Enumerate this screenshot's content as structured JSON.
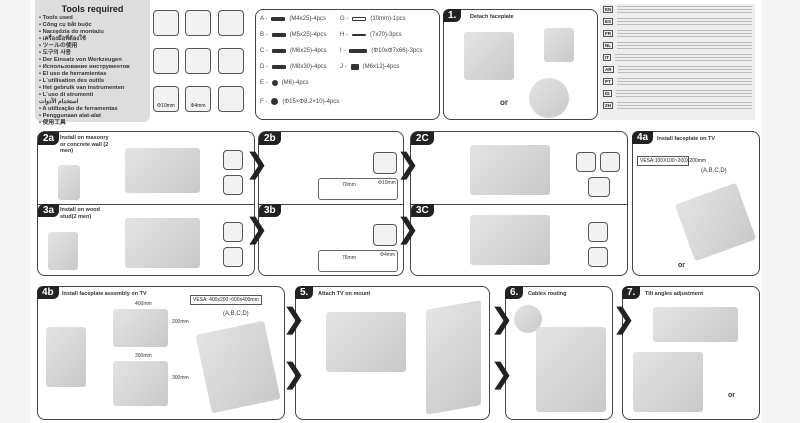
{
  "tools": {
    "title": "Tools required",
    "items": [
      "• Tools used",
      "• Công cụ bắt buộc",
      "• Narzędzia do montażu",
      "• เครื่องมือที่ต้องใช้",
      "• ツールの使用",
      "• 도구의 사용",
      "• Der Einsatz von Werkzeugen",
      "• Использование инструментов",
      "• El uso de herramientas",
      "• L`utilisation des outils",
      "• Het gebruik van instrumenten",
      "• L`uso di strumenti",
      "استخدام الأدوات",
      "• A utilização de ferramentas",
      "• Penggunaan alat-alat",
      "• 使用工具"
    ],
    "drill_bits": [
      "Φ10mm",
      "Φ4mm"
    ]
  },
  "parts": [
    {
      "key": "A -",
      "spec": "(M4x25)-4pcs"
    },
    {
      "key": "B -",
      "spec": "(M5x25)-4pcs"
    },
    {
      "key": "C -",
      "spec": "(M6x25)-4pcs"
    },
    {
      "key": "D -",
      "spec": "(M8x30)-4pcs"
    },
    {
      "key": "E -",
      "spec": "(M6)-4pcs"
    },
    {
      "key": "F -",
      "spec": "(Φ15×Φ8.2×10)-4pcs"
    },
    {
      "key": "G -",
      "spec": "(10mm)-1pcs"
    },
    {
      "key": "H -",
      "spec": "(7x70)-3pcs"
    },
    {
      "key": "I -",
      "spec": "(Φ10xΦ7x66)-3pcs"
    },
    {
      "key": "J -",
      "spec": "(M6x12)-4pcs"
    }
  ],
  "languages": [
    "EN",
    "ES",
    "FR",
    "NL",
    "IT",
    "AR",
    "PT",
    "ID",
    "ZH"
  ],
  "steps": {
    "s1": {
      "num": "1.",
      "title": "Detach faceplate",
      "or": "or"
    },
    "s2a": {
      "num": "2a",
      "title": "Install on masonry or concrete wall (2 men)"
    },
    "s3a": {
      "num": "3a",
      "title": "Install on wood stud(2 men)"
    },
    "s2b": {
      "num": "2b",
      "dist": "70mm",
      "bit": "Φ10mm"
    },
    "s3b": {
      "num": "3b",
      "dist": "76mm",
      "bit": "Φ4mm"
    },
    "s2c": {
      "num": "2C"
    },
    "s3c": {
      "num": "3C"
    },
    "s4a": {
      "num": "4a",
      "title": "Install faceplate on TV",
      "vesa": "VESA:100X100~200X200mm",
      "parts": "(A,B,C,D)",
      "or": "or"
    },
    "s4b": {
      "num": "4b",
      "title": "Install faceplate assembly on TV",
      "vesa": "VESA: 400x200~600x400mm",
      "parts": "(A,B,C,D)",
      "w1": "400mm",
      "h1": "200mm",
      "w2": "300mm",
      "h2": "300mm"
    },
    "s5": {
      "num": "5.",
      "title": "Attach TV on mount"
    },
    "s6": {
      "num": "6.",
      "title": "Cables routing"
    },
    "s7": {
      "num": "7.",
      "title": "Tilt angles adjustment",
      "or": "or"
    }
  }
}
